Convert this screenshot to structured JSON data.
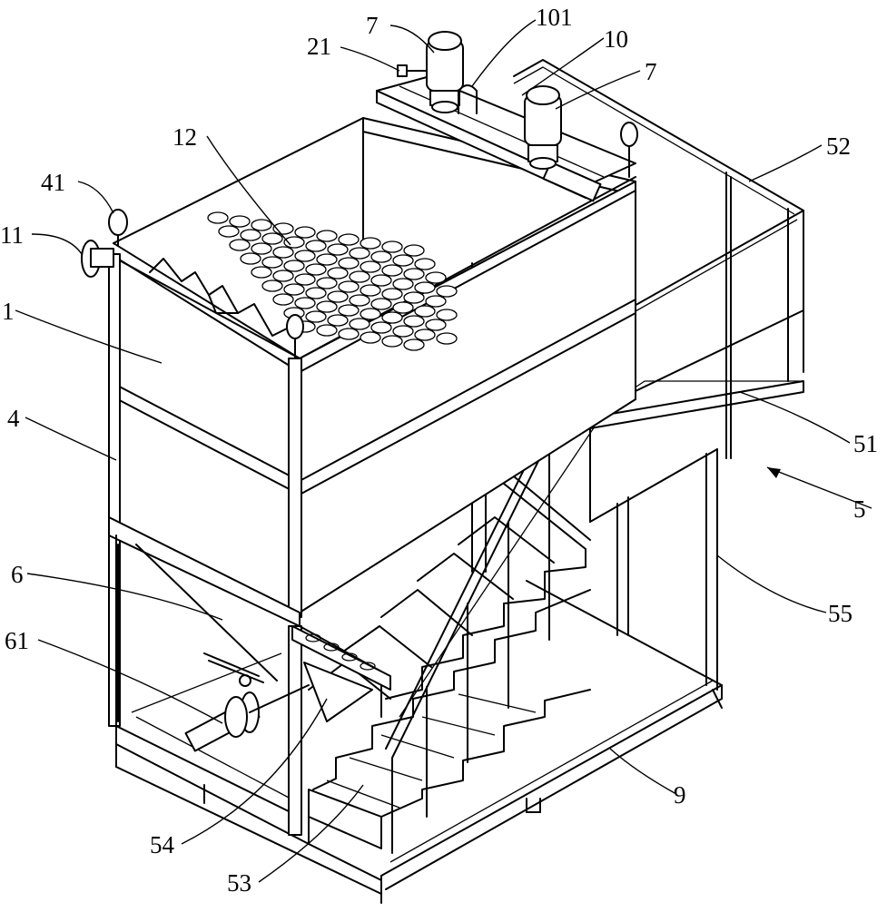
{
  "figure": {
    "labels": [
      {
        "id": "7a",
        "text": "7"
      },
      {
        "id": "101",
        "text": "101"
      },
      {
        "id": "21",
        "text": "21"
      },
      {
        "id": "10",
        "text": "10"
      },
      {
        "id": "7b",
        "text": "7"
      },
      {
        "id": "12",
        "text": "12"
      },
      {
        "id": "52",
        "text": "52"
      },
      {
        "id": "41",
        "text": "41"
      },
      {
        "id": "11",
        "text": "11"
      },
      {
        "id": "1",
        "text": "1"
      },
      {
        "id": "4",
        "text": "4"
      },
      {
        "id": "51",
        "text": "51"
      },
      {
        "id": "5",
        "text": "5"
      },
      {
        "id": "6",
        "text": "6"
      },
      {
        "id": "55",
        "text": "55"
      },
      {
        "id": "61",
        "text": "61"
      },
      {
        "id": "9",
        "text": "9"
      },
      {
        "id": "54",
        "text": "54"
      },
      {
        "id": "53",
        "text": "53"
      }
    ]
  }
}
